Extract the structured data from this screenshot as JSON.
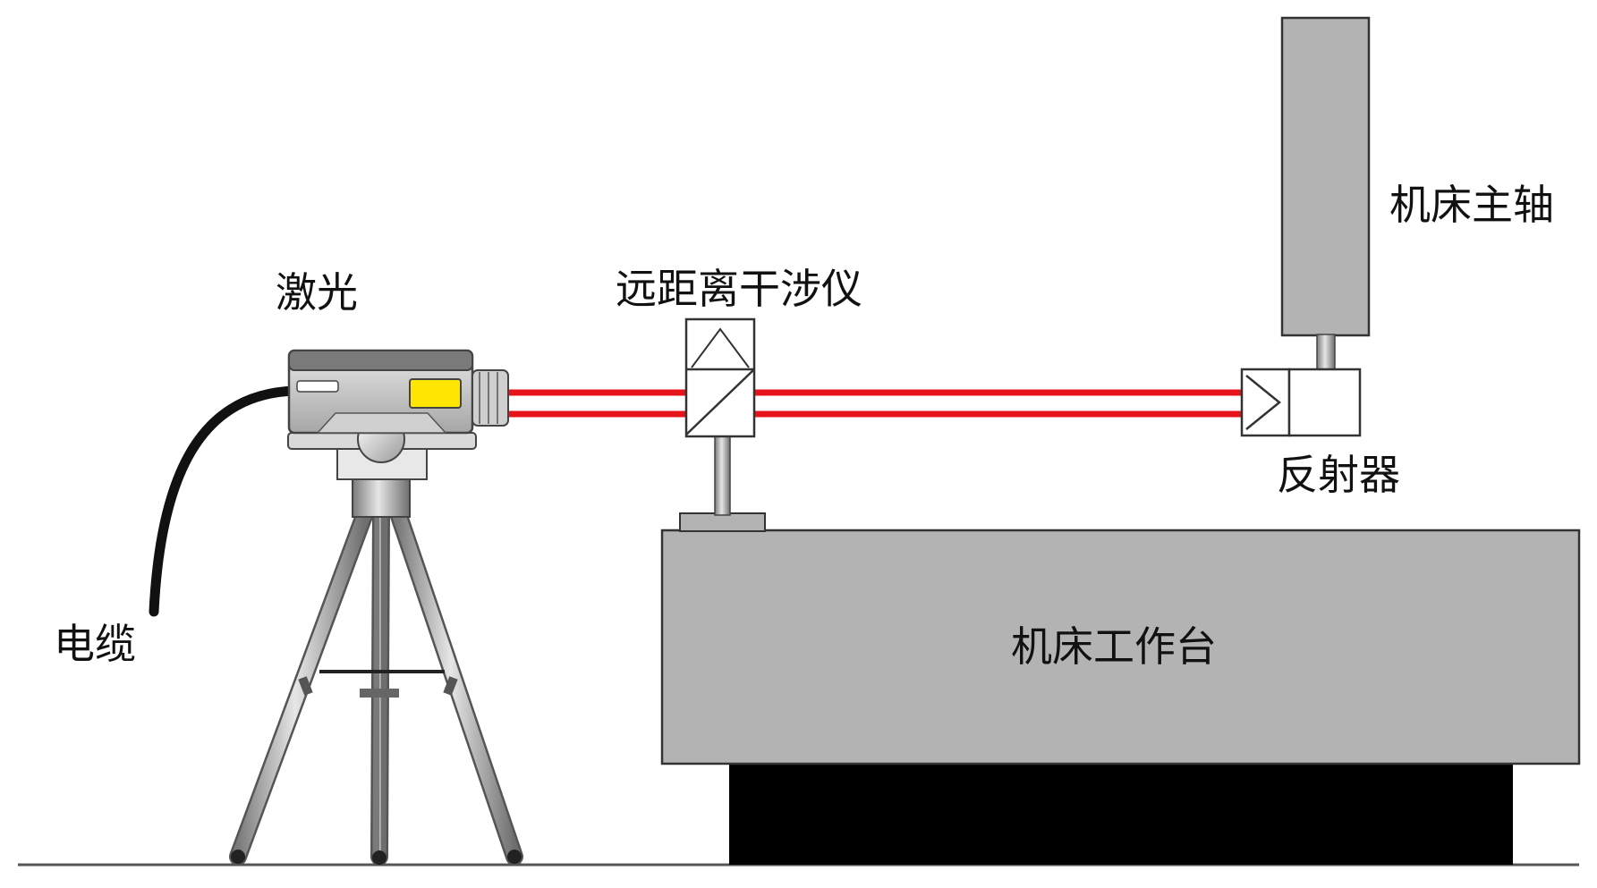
{
  "labels": {
    "laser": "激光",
    "interferometer": "远距离干涉仪",
    "spindle": "机床主轴",
    "reflector": "反射器",
    "cable": "电缆",
    "worktable": "机床工作台"
  },
  "colors": {
    "beam": "#e8141c",
    "machine_gray": "#b3b3b3",
    "outline": "#333333",
    "base_black": "#000000",
    "laser_window": "#ffe600",
    "laser_body": "#c8c8c8",
    "tripod_metal": "#9a9a9a",
    "background": "#ffffff"
  }
}
